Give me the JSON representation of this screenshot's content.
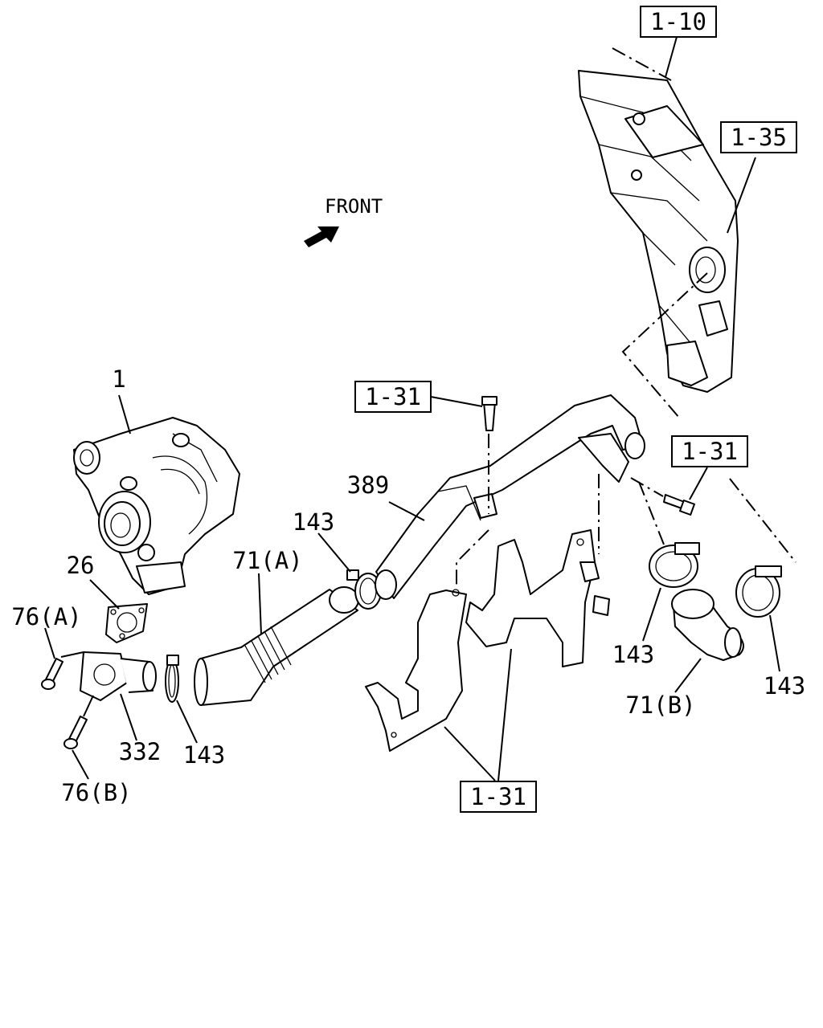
{
  "front_label": "FRONT",
  "references": {
    "ref_1_10": "1-10",
    "ref_1_35": "1-35",
    "ref_1_31_top": "1-31",
    "ref_1_31_right": "1-31",
    "ref_1_31_bottom": "1-31"
  },
  "parts": {
    "p1": "1",
    "p26": "26",
    "p76a": "76(A)",
    "p76b": "76(B)",
    "p332": "332",
    "p143_a": "143",
    "p143_b": "143",
    "p143_c": "143",
    "p143_d": "143",
    "p71a": "71(A)",
    "p71b": "71(B)",
    "p389": "389"
  }
}
